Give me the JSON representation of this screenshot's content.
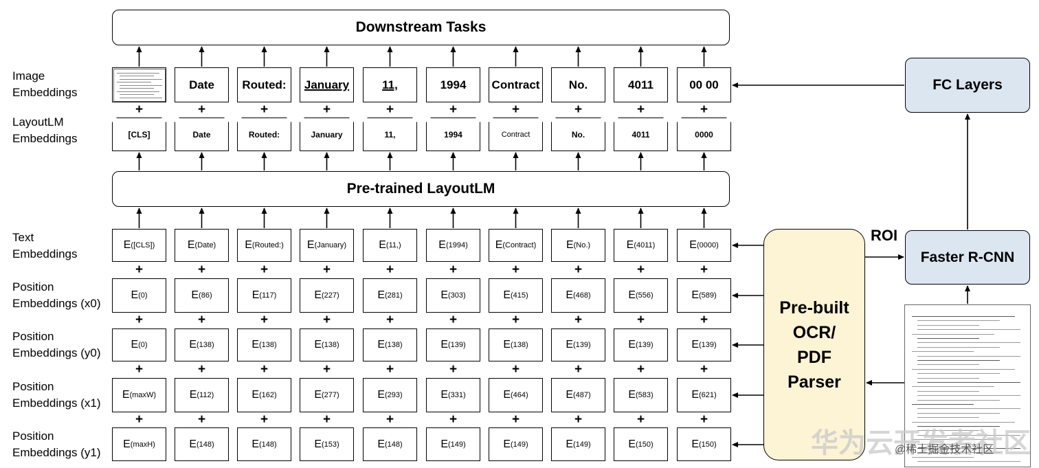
{
  "top_box": "Downstream Tasks",
  "middle_box": "Pre-trained LayoutLM",
  "row_labels": {
    "image": [
      "Image",
      "Embeddings"
    ],
    "layoutlm": [
      "LayoutLM",
      "Embeddings"
    ],
    "text": [
      "Text",
      "Embeddings"
    ],
    "x0": [
      "Position",
      "Embeddings (x0)"
    ],
    "y0": [
      "Position",
      "Embeddings (y0)"
    ],
    "x1": [
      "Position",
      "Embeddings (x1)"
    ],
    "y1": [
      "Position",
      "Embeddings (y1)"
    ]
  },
  "image_tokens": [
    "Date",
    "Routed:",
    "January",
    "11,",
    "1994",
    "Contract",
    "No.",
    "4011",
    "00 00"
  ],
  "layoutlm_tokens": [
    "[CLS]",
    "Date",
    "Routed:",
    "January",
    "11,",
    "1994",
    "Contract",
    "No.",
    "4011",
    "0000"
  ],
  "embedding_letter": "E",
  "text_subs": [
    "([CLS])",
    "(Date)",
    "(Routed:)",
    "(January)",
    "(11,)",
    "(1994)",
    "(Contract)",
    "(No.)",
    "(4011)",
    "(0000)"
  ],
  "x0_subs": [
    "(0)",
    "(86)",
    "(117)",
    "(227)",
    "(281)",
    "(303)",
    "(415)",
    "(468)",
    "(556)",
    "(589)"
  ],
  "y0_subs": [
    "(0)",
    "(138)",
    "(138)",
    "(138)",
    "(138)",
    "(139)",
    "(138)",
    "(139)",
    "(139)",
    "(139)"
  ],
  "x1_subs": [
    "(maxW)",
    "(112)",
    "(162)",
    "(277)",
    "(293)",
    "(331)",
    "(464)",
    "(487)",
    "(583)",
    "(621)"
  ],
  "y1_subs": [
    "(maxH)",
    "(148)",
    "(148)",
    "(153)",
    "(148)",
    "(149)",
    "(149)",
    "(149)",
    "(150)",
    "(150)"
  ],
  "plus_sign": "+",
  "fc_layers": "FC Layers",
  "faster_rcnn": "Faster R-CNN",
  "roi": "ROI",
  "ocr_parser": [
    "Pre-built",
    "OCR/",
    "PDF",
    "Parser"
  ],
  "watermark_big": "华为云开发者社区",
  "watermark_small": "@稀土掘金技术社区"
}
